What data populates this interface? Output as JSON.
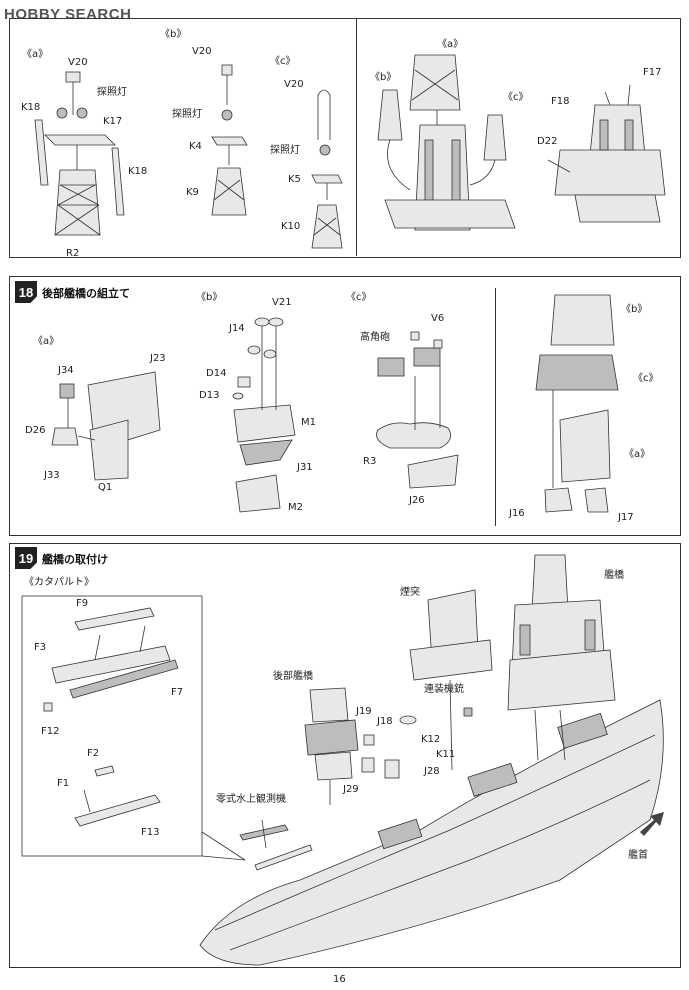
{
  "header": {
    "logo_text": "HOBBY SEARCH"
  },
  "page_number": "16",
  "section_top": {
    "sub_a": "《a》",
    "sub_b": "《b》",
    "sub_c": "《c》",
    "labels_a": {
      "v20": "V20",
      "searchlight": "探照灯",
      "k18_left": "K18",
      "k17": "K17",
      "k18_right": "K18",
      "r2": "R2"
    },
    "labels_b": {
      "v20": "V20",
      "searchlight": "探照灯",
      "k4": "K4",
      "k9": "K9"
    },
    "labels_c": {
      "v20": "V20",
      "searchlight": "探照灯",
      "k5": "K5",
      "k10": "K10"
    },
    "labels_right": {
      "f17": "F17",
      "f18": "F18",
      "d22": "D22",
      "ref_a": "《a》",
      "ref_b": "《b》",
      "ref_c": "《c》"
    }
  },
  "step18": {
    "number": "18",
    "title": "後部艦橋の組立て",
    "sub_a": "《a》",
    "sub_b": "《b》",
    "sub_c": "《c》",
    "labels_a": {
      "j34": "J34",
      "d26": "D26",
      "j33": "J33",
      "q1": "Q1",
      "j23": "J23"
    },
    "labels_b": {
      "v21": "V21",
      "j14": "J14",
      "d14": "D14",
      "d13": "D13",
      "m1": "M1",
      "j31": "J31",
      "m2": "M2"
    },
    "labels_c": {
      "v6": "V6",
      "ha_gun": "高角砲",
      "r3": "R3",
      "j26": "J26"
    },
    "labels_right": {
      "ref_b": "《b》",
      "ref_c": "《c》",
      "ref_a": "《a》",
      "j16": "J16",
      "j17": "J17"
    }
  },
  "step19": {
    "number": "19",
    "title": "艦橋の取付け",
    "catapult": "《カタパルト》",
    "labels_catapult": {
      "f9": "F9",
      "f3": "F3",
      "f7": "F7",
      "f12": "F12",
      "f2": "F2",
      "f1": "F1",
      "f13": "F13"
    },
    "labels_ship": {
      "funnel": "煙突",
      "bridge": "艦橋",
      "rear_bridge": "後部艦橋",
      "mg": "連装機銃",
      "j19": "J19",
      "j18": "J18",
      "k12": "K12",
      "k11": "K11",
      "j28": "J28",
      "j29": "J29",
      "seaplane": "零式水上観測機",
      "bow": "艦首"
    }
  }
}
